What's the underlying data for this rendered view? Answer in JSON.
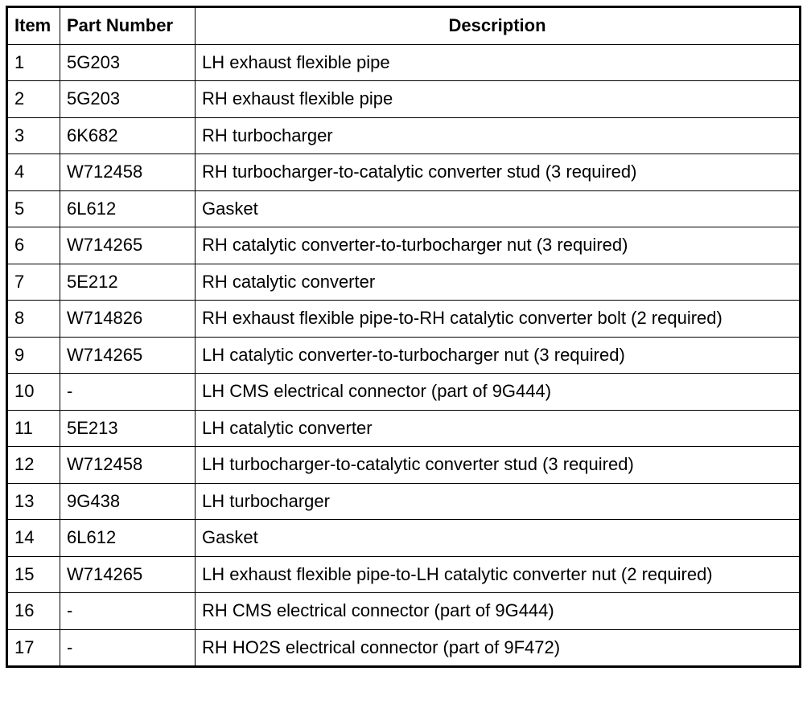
{
  "table": {
    "headers": {
      "item": "Item",
      "part_number": "Part Number",
      "description": "Description"
    },
    "rows": [
      {
        "item": "1",
        "part_number": "5G203",
        "description": "LH exhaust flexible pipe"
      },
      {
        "item": "2",
        "part_number": "5G203",
        "description": "RH exhaust flexible pipe"
      },
      {
        "item": "3",
        "part_number": "6K682",
        "description": "RH turbocharger"
      },
      {
        "item": "4",
        "part_number": "W712458",
        "description": "RH turbocharger-to-catalytic converter stud (3 required)"
      },
      {
        "item": "5",
        "part_number": "6L612",
        "description": "Gasket"
      },
      {
        "item": "6",
        "part_number": "W714265",
        "description": "RH catalytic converter-to-turbocharger nut (3 required)"
      },
      {
        "item": "7",
        "part_number": "5E212",
        "description": "RH catalytic converter"
      },
      {
        "item": "8",
        "part_number": "W714826",
        "description": "RH exhaust flexible pipe-to-RH catalytic converter bolt (2 required)"
      },
      {
        "item": "9",
        "part_number": "W714265",
        "description": "LH catalytic converter-to-turbocharger nut (3 required)"
      },
      {
        "item": "10",
        "part_number": "-",
        "description": "LH CMS electrical connector (part of 9G444)"
      },
      {
        "item": "11",
        "part_number": "5E213",
        "description": "LH catalytic converter"
      },
      {
        "item": "12",
        "part_number": "W712458",
        "description": "LH turbocharger-to-catalytic converter stud (3 required)"
      },
      {
        "item": "13",
        "part_number": "9G438",
        "description": "LH turbocharger"
      },
      {
        "item": "14",
        "part_number": "6L612",
        "description": "Gasket"
      },
      {
        "item": "15",
        "part_number": "W714265",
        "description": "LH exhaust flexible pipe-to-LH catalytic converter nut (2 required)"
      },
      {
        "item": "16",
        "part_number": "-",
        "description": "RH CMS electrical connector (part of 9G444)"
      },
      {
        "item": "17",
        "part_number": "-",
        "description": "RH HO2S electrical connector (part of 9F472)"
      }
    ]
  }
}
